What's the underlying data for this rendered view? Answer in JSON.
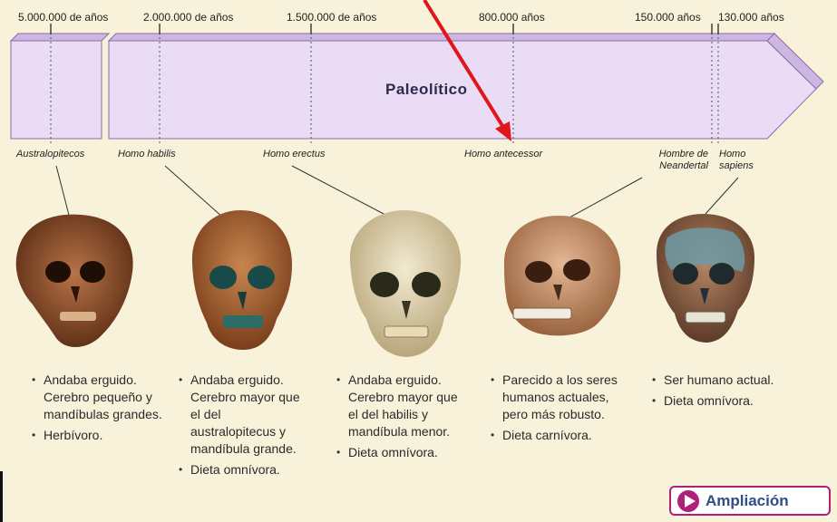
{
  "timeline": {
    "dates": [
      "5.000.000 de años",
      "2.000.000 de años",
      "1.500.000 de años",
      "800.000 años",
      "150.000 años",
      "130.000 años"
    ],
    "period_label": "Paleolítico",
    "band_color": "#e9dcf4",
    "band_border": "#8c6aa6"
  },
  "species": [
    {
      "name": "Australopitecos"
    },
    {
      "name": "Homo habilis"
    },
    {
      "name": "Homo erectus"
    },
    {
      "name": "Homo antecessor"
    },
    {
      "name": "Hombre de Neandertal"
    },
    {
      "name": "Homo sapiens"
    }
  ],
  "descriptions": {
    "australopitecos": [
      "Andaba erguido. Cerebro pequeño y mandíbulas grandes.",
      "Herbívoro."
    ],
    "habilis": [
      "Andaba erguido. Cerebro mayor que el del australopitecus y mandíbula grande.",
      "Dieta omnívora."
    ],
    "erectus": [
      "Andaba erguido. Cerebro mayor que el del habilis y mandíbula menor.",
      "Dieta omnívora."
    ],
    "neandertal": [
      "Parecido a los seres humanos actuales, pero más robusto.",
      "Dieta carnívora."
    ],
    "sapiens": [
      "Ser humano actual.",
      "Dieta omnívora."
    ]
  },
  "button": {
    "label": "Ampliación"
  },
  "colors": {
    "arrow": "#e0161b",
    "accent": "#b0207a",
    "button_text": "#2b4f86"
  }
}
